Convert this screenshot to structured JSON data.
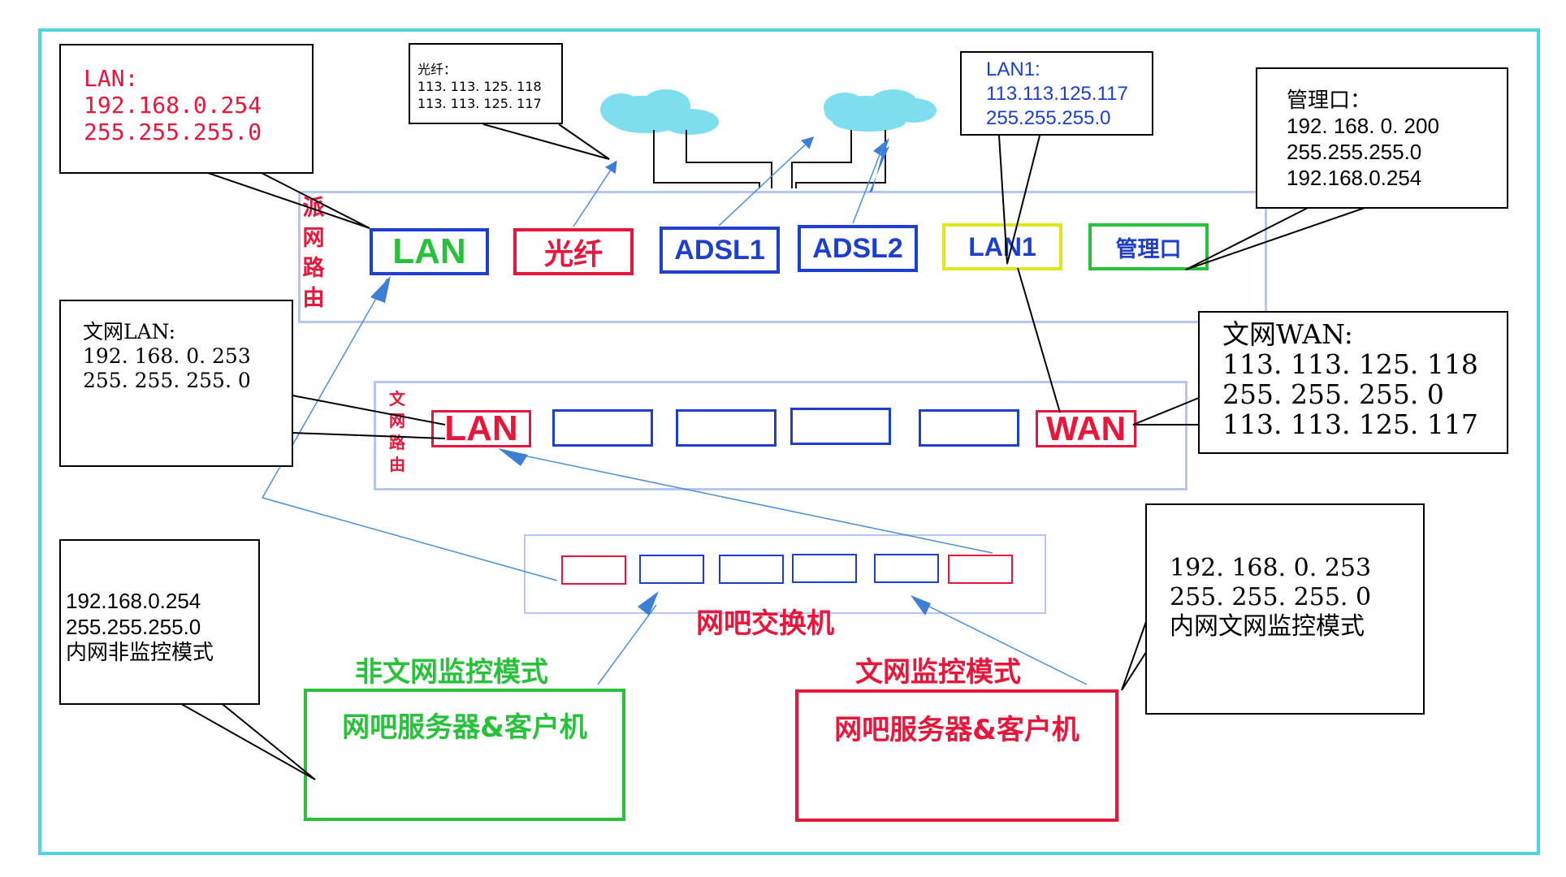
{
  "main_router": {
    "label_chars": [
      "派",
      "网",
      "路",
      "由"
    ],
    "ports": {
      "lan": "LAN",
      "fiber": "光纤",
      "adsl1": "ADSL1",
      "adsl2": "ADSL2",
      "lan1": "LAN1",
      "mgmt": "管理口"
    }
  },
  "wenwang_router": {
    "label_chars": [
      "文",
      "网",
      "路",
      "由"
    ],
    "ports": {
      "lan": "LAN",
      "wan": "WAN"
    }
  },
  "switch": {
    "label": "网吧交换机"
  },
  "callouts": {
    "main_lan": {
      "lines": [
        "LAN:",
        "192.168.0.254",
        "255.255.255.0"
      ]
    },
    "fiber": {
      "lines": [
        "光纤：",
        "113. 113. 125. 118",
        "113. 113. 125. 117"
      ]
    },
    "lan1": {
      "lines": [
        "LAN1:",
        "113.113.125.117",
        "255.255.255.0"
      ]
    },
    "mgmt": {
      "lines": [
        "管理口：",
        "192. 168. 0. 200",
        "255.255.255.0",
        "192.168.0.254"
      ]
    },
    "wen_lan": {
      "lines": [
        "文网LAN:",
        "192. 168. 0. 253",
        "255. 255. 255. 0"
      ]
    },
    "wen_wan": {
      "lines": [
        "文网WAN:",
        "113. 113. 125. 118",
        "255. 255. 255. 0",
        "113. 113. 125. 117"
      ]
    },
    "left_mode": {
      "lines": [
        "192.168.0.254",
        "255.255.255.0",
        "内网非监控模式"
      ]
    },
    "right_mode": {
      "lines": [
        "192. 168. 0. 253",
        "255. 255. 255. 0",
        "内网文网监控模式"
      ]
    }
  },
  "modes": {
    "non_monitor": {
      "title": "非文网监控模式",
      "box_label": "网吧服务器&客户机"
    },
    "monitor": {
      "title": "文网监控模式",
      "box_label": "网吧服务器&客户机"
    }
  },
  "colors": {
    "frame": "#4fd3dd",
    "device_border": "#b8c4f2",
    "red": "#e8163a",
    "blue": "#1c3fd0",
    "green": "#27c23a",
    "yellow": "#e0e81a",
    "link_blue": "#4a8fdc",
    "cloud": "#7ddfee"
  }
}
